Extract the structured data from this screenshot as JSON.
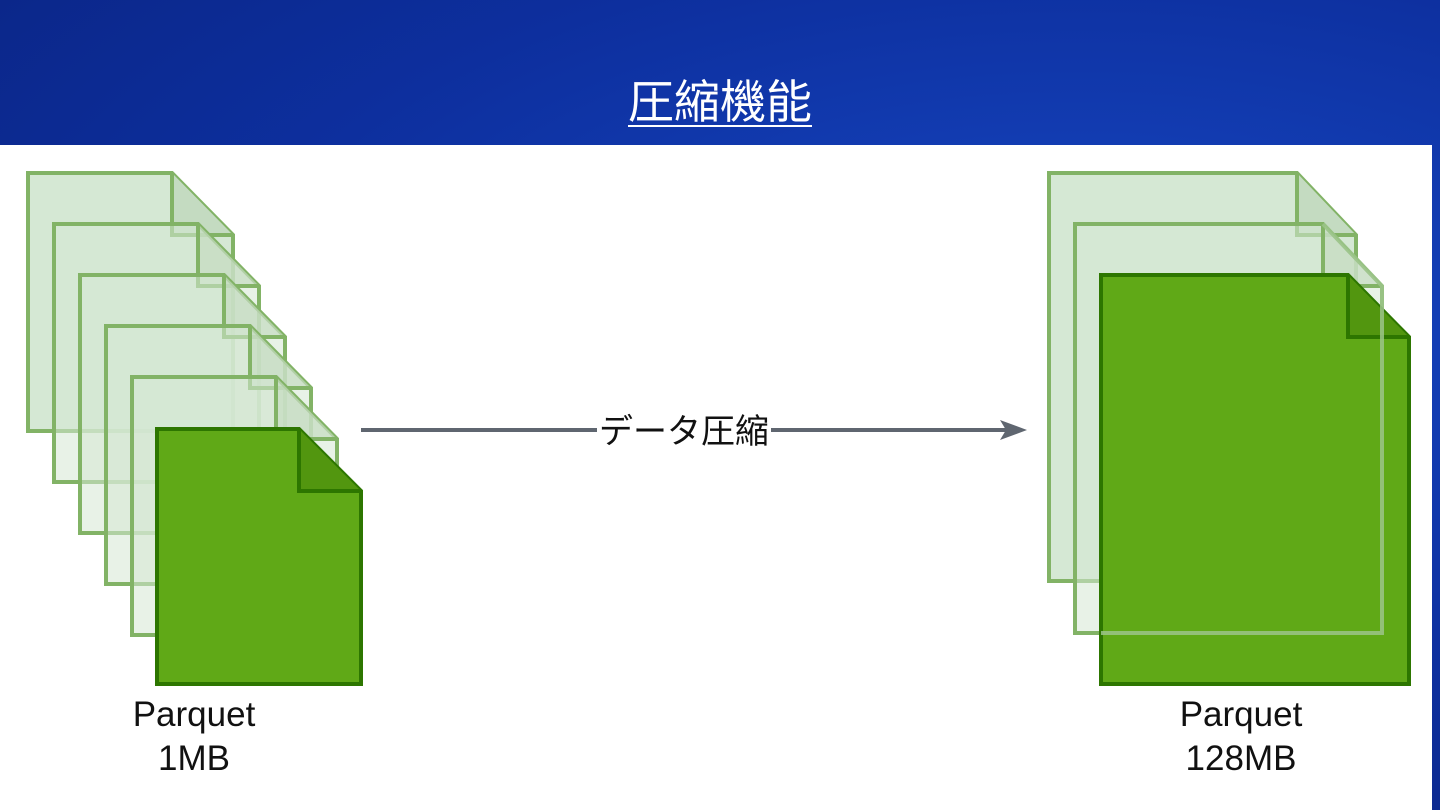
{
  "title": "圧縮機能",
  "diagram": {
    "edge_label": "データ圧縮",
    "source": {
      "name": "Parquet",
      "size": "1MB"
    },
    "target": {
      "name": "Parquet",
      "size": "128MB"
    },
    "colors": {
      "file_light_fill": "#d5e8d4",
      "file_light_stroke": "#82b366",
      "file_dark_fill": "#60a917",
      "file_dark_stroke": "#2d7600",
      "arrow": "#5f6670",
      "title_bg": "#0d2f9e"
    }
  }
}
